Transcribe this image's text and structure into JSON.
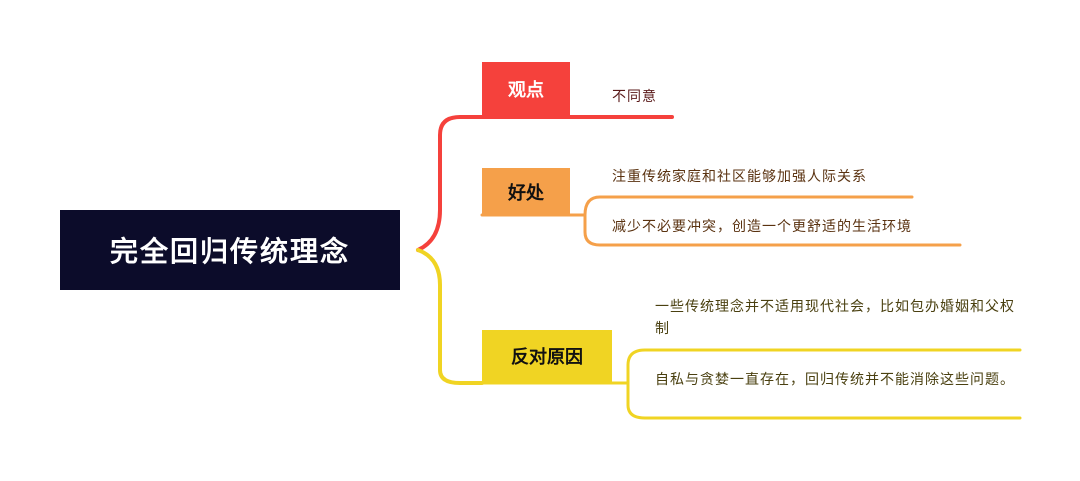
{
  "root": {
    "label": "完全回归传统理念",
    "color": "#0c0c2a"
  },
  "branches": [
    {
      "label": "观点",
      "color": "#f5413c",
      "leaves": [
        "不同意"
      ]
    },
    {
      "label": "好处",
      "color": "#f5a04a",
      "leaves": [
        "注重传统家庭和社区能够加强人际关系",
        "减少不必要冲突，创造一个更舒适的生活环境"
      ]
    },
    {
      "label": "反对原因",
      "color": "#f0d423",
      "leaves": [
        "一些传统理念并不适用现代社会，比如包办婚姻和父权制",
        "自私与贪婪一直存在，回归传统并不能消除这些问题。"
      ]
    }
  ]
}
